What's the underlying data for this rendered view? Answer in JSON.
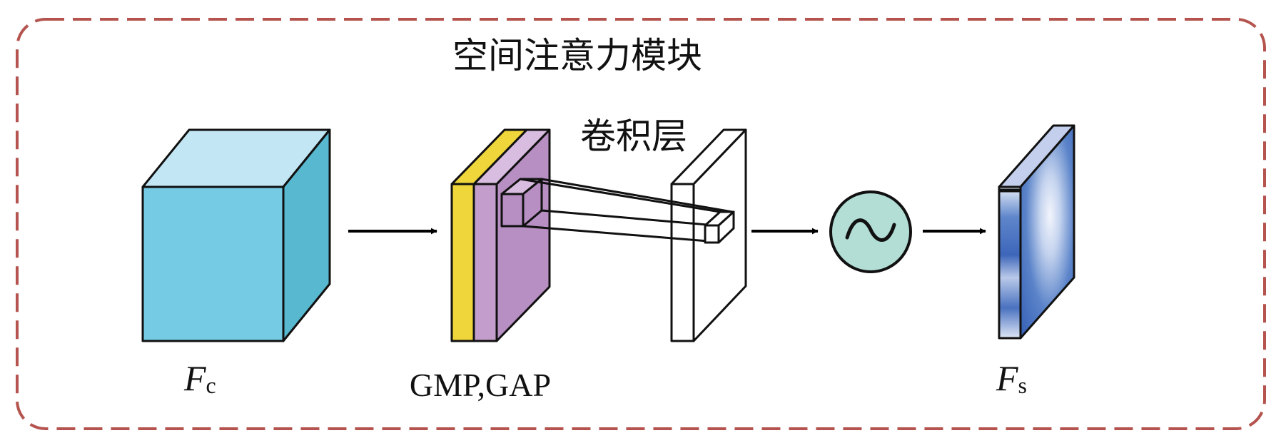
{
  "title": "空间注意力模块",
  "conv_label": "卷积层",
  "input_label": {
    "main": "F",
    "sub": "c"
  },
  "pool_label": "GMP,GAP",
  "output_label": {
    "main": "F",
    "sub": "s"
  },
  "activation_symbol": "~",
  "colors": {
    "frame_border": "#b5544f",
    "cube_front": "#76cbe4",
    "cube_top": "#c2e6f4",
    "cube_side": "#58b8d0",
    "gmp_layer": "#efd63a",
    "gap_layer": "#c39ecc",
    "pool_side": "#b78fc2",
    "pool_top": "#d9bde0",
    "activation_fill": "#b2ded6",
    "output_blue": "#3f6bbd",
    "output_light": "#dfe7f6"
  }
}
